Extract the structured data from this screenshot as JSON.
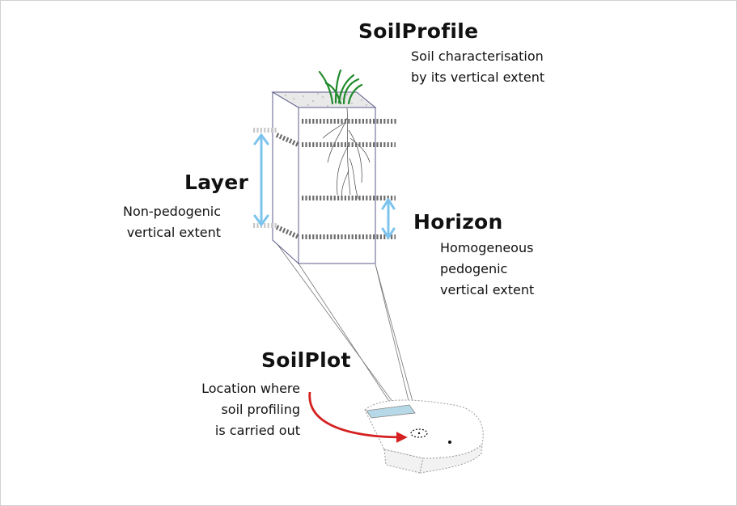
{
  "soil_profile": {
    "title": "SoilProfile",
    "desc": [
      "Soil characterisation",
      "by its vertical extent"
    ]
  },
  "layer": {
    "title": "Layer",
    "desc": [
      "Non-pedogenic",
      "vertical extent"
    ]
  },
  "horizon": {
    "title": "Horizon",
    "desc": [
      "Homogeneous",
      "pedogenic",
      "vertical extent"
    ]
  },
  "soil_plot": {
    "title": "SoilPlot",
    "desc": [
      "Location where",
      "soil profiling",
      "is carried out"
    ]
  },
  "colors": {
    "arrow_blue": "#7cc4ee",
    "pointer_red": "#d42020",
    "grass_green": "#1f8a2a",
    "box_outline": "#5b5b8a"
  }
}
